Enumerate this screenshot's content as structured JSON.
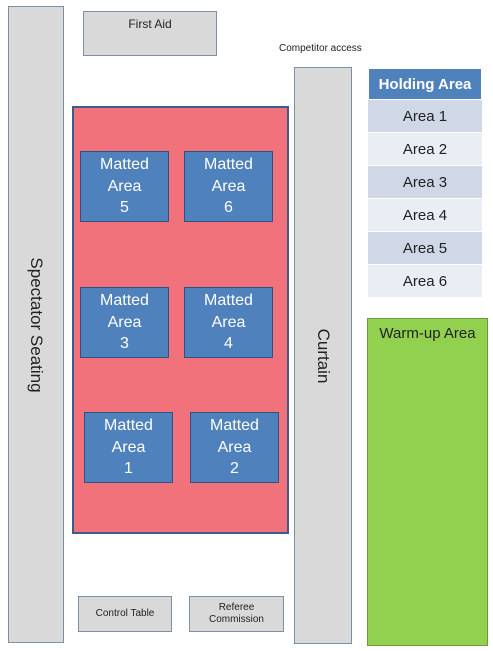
{
  "spectator_seating": "Spectator Seating",
  "first_aid": "First Aid",
  "competitor_access": "Competitor access",
  "curtain": "Curtain",
  "control_table": "Control Table",
  "referee_commission": [
    "Referee",
    "Commission"
  ],
  "mats": [
    {
      "line1": "Matted",
      "line2": "Area",
      "number": "5"
    },
    {
      "line1": "Matted",
      "line2": "Area",
      "number": "6"
    },
    {
      "line1": "Matted",
      "line2": "Area",
      "number": "3"
    },
    {
      "line1": "Matted",
      "line2": "Area",
      "number": "4"
    },
    {
      "line1": "Matted",
      "line2": "Area",
      "number": "1"
    },
    {
      "line1": "Matted",
      "line2": "Area",
      "number": "2"
    }
  ],
  "holding_area": {
    "title": "Holding Area",
    "rows": [
      "Area 1",
      "Area 2",
      "Area 3",
      "Area 4",
      "Area 5",
      "Area 6"
    ]
  },
  "warmup_area": "Warm-up Area",
  "colors": {
    "mat_zone": "#f2727c",
    "mat": "#4f81bd",
    "holding_header": "#4f81bd",
    "warmup": "#92d050",
    "structure": "#d9d9d9"
  }
}
